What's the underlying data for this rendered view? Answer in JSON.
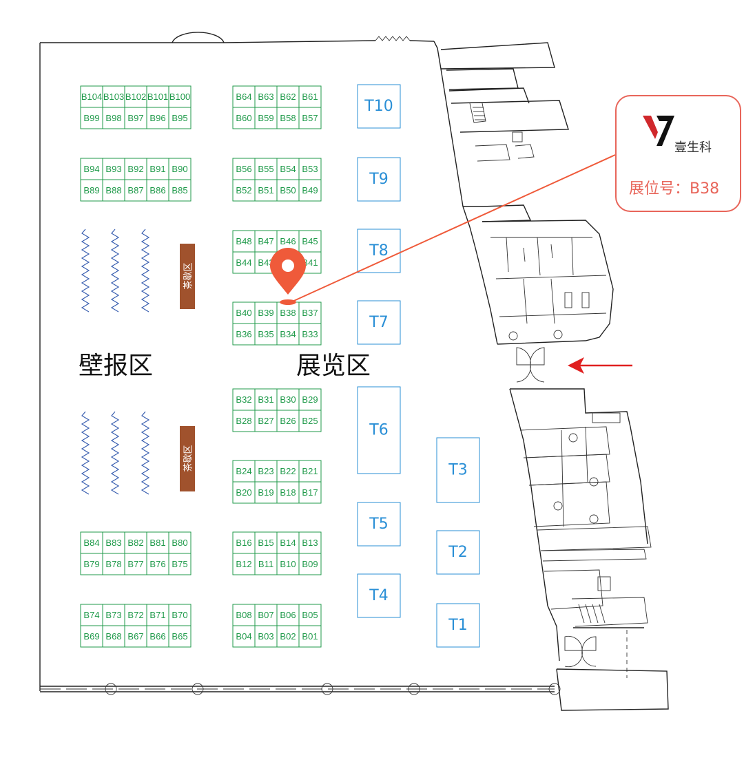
{
  "zones": {
    "wall_poster": "壁报区",
    "exhibition": "展览区"
  },
  "tea_break": "茶歇区",
  "booth_grid": [
    [
      "B104",
      "B103",
      "B102",
      "B101",
      "B100"
    ],
    [
      "B99",
      "B98",
      "B97",
      "B96",
      "B95"
    ],
    [
      "B94",
      "B93",
      "B92",
      "B91",
      "B90"
    ],
    [
      "B89",
      "B88",
      "B87",
      "B86",
      "B85"
    ],
    [
      "B84",
      "B83",
      "B82",
      "B81",
      "B80"
    ],
    [
      "B79",
      "B78",
      "B77",
      "B76",
      "B75"
    ],
    [
      "B74",
      "B73",
      "B72",
      "B71",
      "B70"
    ],
    [
      "B69",
      "B68",
      "B67",
      "B66",
      "B65"
    ],
    [
      "B64",
      "B63",
      "B62",
      "B61"
    ],
    [
      "B60",
      "B59",
      "B58",
      "B57"
    ],
    [
      "B56",
      "B55",
      "B54",
      "B53"
    ],
    [
      "B52",
      "B51",
      "B50",
      "B49"
    ],
    [
      "B48",
      "B47",
      "B46",
      "B45"
    ],
    [
      "B44",
      "B43",
      "",
      "B41"
    ],
    [
      "B40",
      "B39",
      "B38",
      "B37"
    ],
    [
      "B36",
      "B35",
      "B34",
      "B33"
    ],
    [
      "B32",
      "B31",
      "B30",
      "B29"
    ],
    [
      "B28",
      "B27",
      "B26",
      "B25"
    ],
    [
      "B24",
      "B23",
      "B22",
      "B21"
    ],
    [
      "B20",
      "B19",
      "B18",
      "B17"
    ],
    [
      "B16",
      "B15",
      "B14",
      "B13"
    ],
    [
      "B12",
      "B11",
      "B10",
      "B09"
    ],
    [
      "B08",
      "B07",
      "B06",
      "B05"
    ],
    [
      "B04",
      "B03",
      "B02",
      "B01"
    ]
  ],
  "tables": [
    "T10",
    "T9",
    "T8",
    "T7",
    "T6",
    "T5",
    "T4",
    "T3",
    "T2",
    "T1"
  ],
  "callout": {
    "brand": "壹生科",
    "booth": "展位号：B38"
  },
  "colors": {
    "booth": "#1f9a4a",
    "table": "#2a8fd6",
    "marker": "#ef5a3a",
    "tea": "#a0522d",
    "callout": "#e8655a",
    "arrow": "#e02020"
  },
  "highlighted_booth": "B38"
}
